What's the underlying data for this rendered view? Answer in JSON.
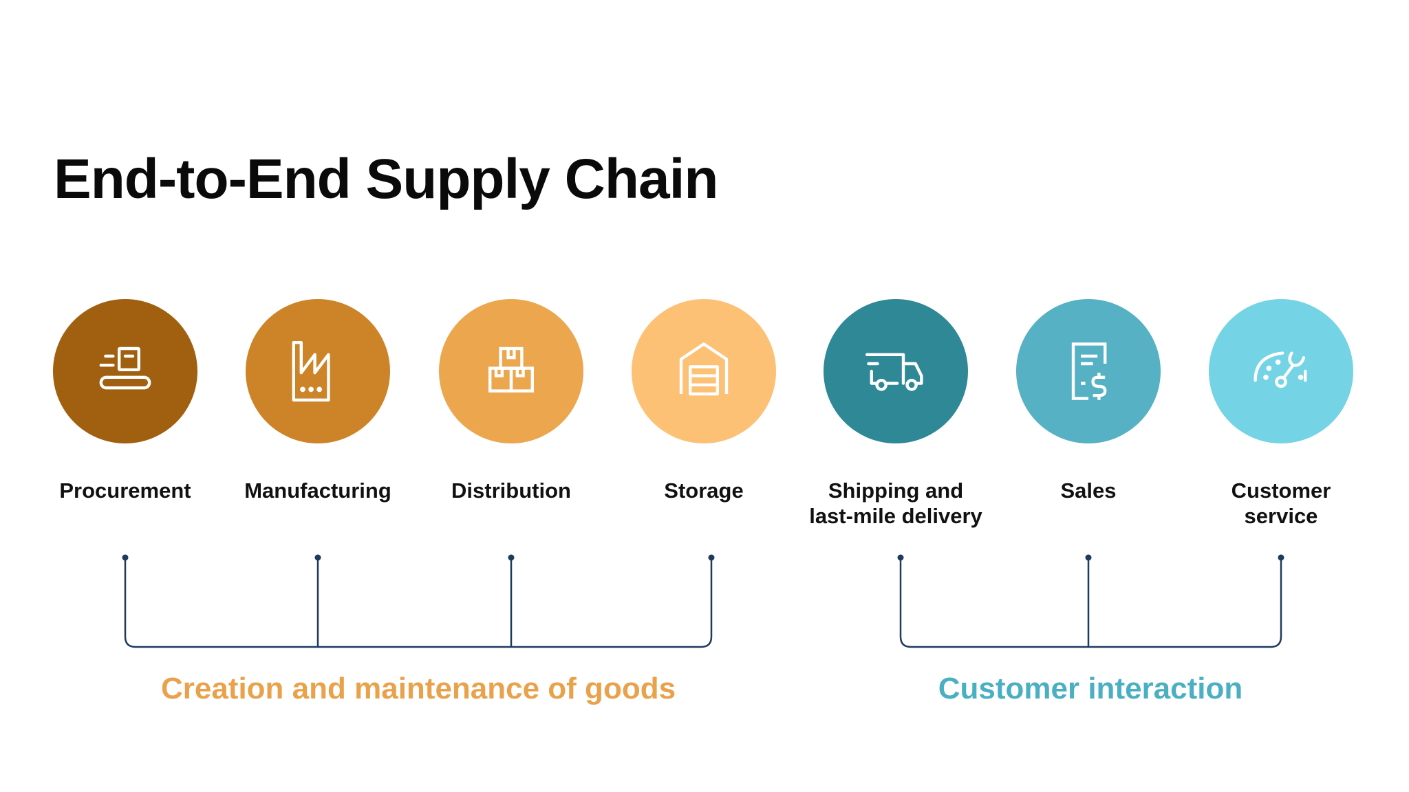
{
  "title": "End-to-End Supply Chain",
  "steps": [
    {
      "label": "Procurement",
      "icon": "conveyor-box-icon",
      "color": "#A0600F"
    },
    {
      "label": "Manufacturing",
      "icon": "factory-icon",
      "color": "#CD8428"
    },
    {
      "label": "Distribution",
      "icon": "stacked-boxes-icon",
      "color": "#EBA64E"
    },
    {
      "label": "Storage",
      "icon": "warehouse-icon",
      "color": "#FCC175"
    },
    {
      "label": "Shipping and last-mile delivery",
      "icon": "truck-icon",
      "color": "#2E8896"
    },
    {
      "label": "Sales",
      "icon": "invoice-dollar-icon",
      "color": "#55B1C3"
    },
    {
      "label": "Customer service",
      "icon": "gauge-wrench-icon",
      "color": "#74D3E5"
    }
  ],
  "groups": [
    {
      "label": "Creation and maintenance of goods",
      "color": "#E9A24B"
    },
    {
      "label": "Customer interaction",
      "color": "#4AAFC2"
    }
  ],
  "line_color": "#1F3A5F"
}
